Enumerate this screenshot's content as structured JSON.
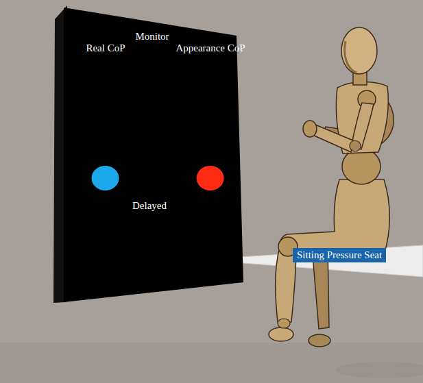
{
  "diagram": {
    "nodes": [
      {
        "text": [
          "Monitor"
        ]
      },
      {
        "text": [
          "Real CoP"
        ],
        "in": 0
      },
      {
        "text": [
          "Appearance CoP"
        ],
        "in": 0
      },
      {
        "text": [
          "Sitting Pressure Seat"
        ]
      }
    ],
    "labels": [
      "Delayed"
    ]
  }
}
